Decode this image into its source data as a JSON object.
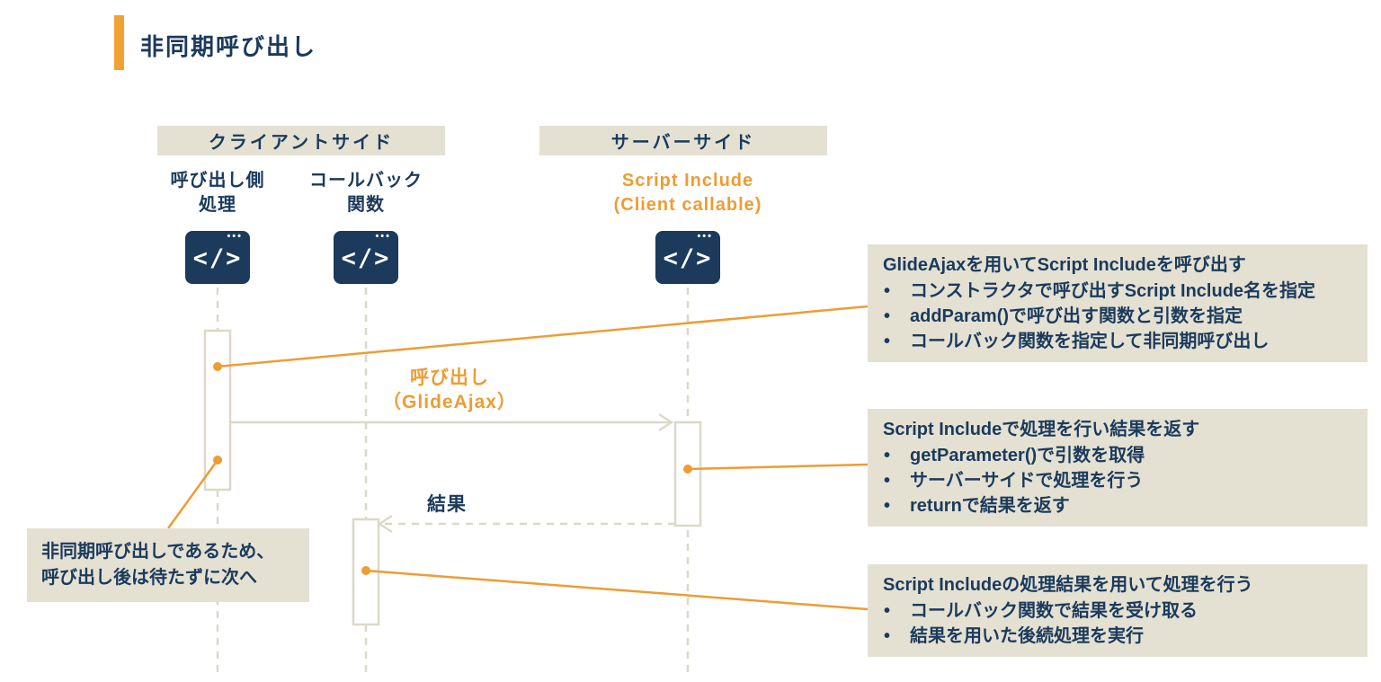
{
  "title": "非同期呼び出し",
  "headers": {
    "client": "クライアントサイド",
    "server": "サーバーサイド"
  },
  "lifelines": {
    "caller": "呼び出し側\n処理",
    "callback": "コールバック\n関数",
    "script_include": "Script Include\n(Client callable)"
  },
  "icons": {
    "browser_glyph": "</>",
    "window_dots": "•••"
  },
  "messages": {
    "call_label": "呼び出し\n（GlideAjax）",
    "result_label": "結果"
  },
  "callouts": [
    {
      "title": "GlideAjaxを用いてScript Includeを呼び出す",
      "bullets": [
        "コンストラクタで呼び出すScript Include名を指定",
        "addParam()で呼び出す関数と引数を指定",
        "コールバック関数を指定して非同期呼び出し"
      ]
    },
    {
      "title": "Script Includeで処理を行い結果を返す",
      "bullets": [
        "getParameter()で引数を取得",
        "サーバーサイドで処理を行う",
        "returnで結果を返す"
      ]
    },
    {
      "title": "Script Includeの処理結果を用いて処理を行う",
      "bullets": [
        "コールバック関数で結果を受け取る",
        "結果を用いた後続処理を実行"
      ]
    }
  ],
  "note": "非同期呼び出しであるため、\n呼び出し後は待たずに次へ",
  "colors": {
    "navy": "#1b3a5c",
    "orange": "#ef9c33",
    "beige": "#e4e1d3",
    "line_gray": "#dcd8ca"
  }
}
